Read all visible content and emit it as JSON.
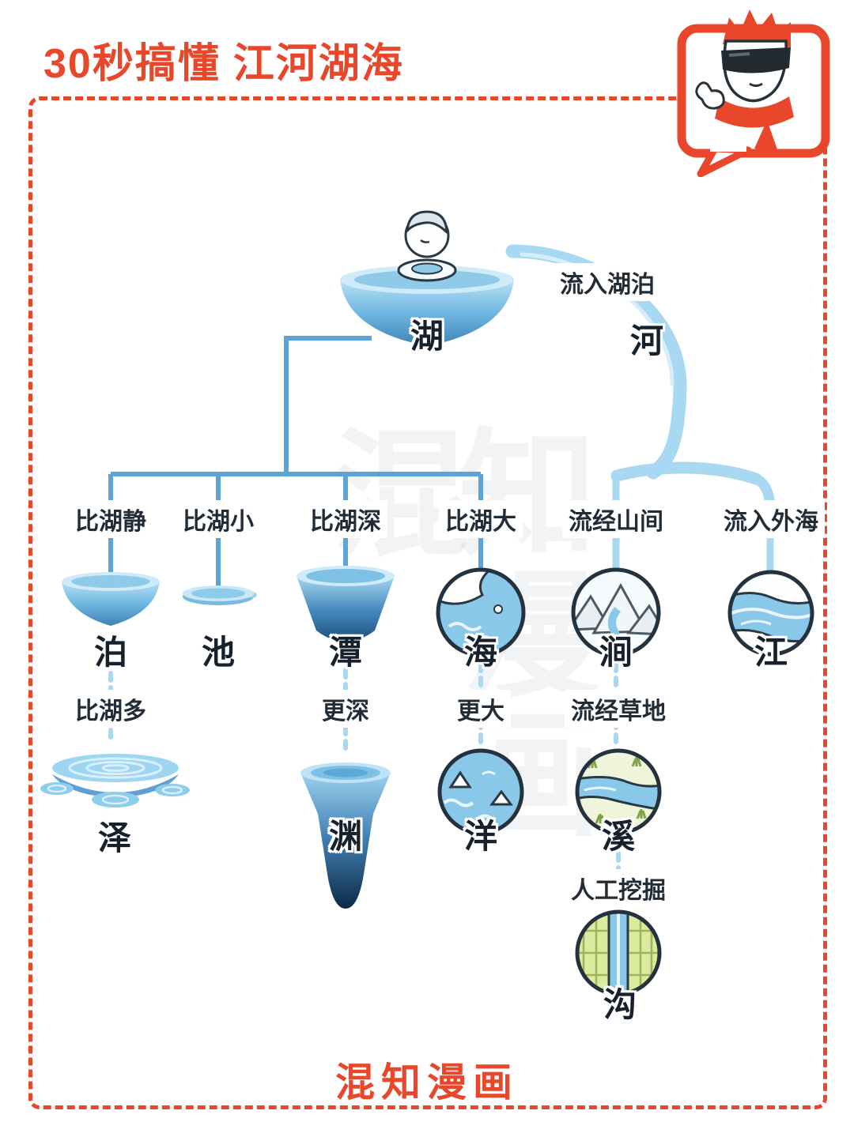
{
  "header": {
    "title_prefix": "30秒搞懂",
    "title_main": "江河湖海"
  },
  "diagram": {
    "root_label": "湖",
    "river_label": "河",
    "river_note": "流入湖泊",
    "level1": [
      {
        "condition": "比湖静",
        "label": "泊"
      },
      {
        "condition": "比湖小",
        "label": "池"
      },
      {
        "condition": "比湖深",
        "label": "潭"
      },
      {
        "condition": "比湖大",
        "label": "海"
      },
      {
        "condition": "流经山间",
        "label": "涧"
      },
      {
        "condition": "流入外海",
        "label": "江"
      }
    ],
    "level2": [
      {
        "parent": "泊",
        "condition": "比湖多",
        "label": "泽"
      },
      {
        "parent": "潭",
        "condition": "更深",
        "label": "渊"
      },
      {
        "parent": "海",
        "condition": "更大",
        "label": "洋"
      },
      {
        "parent": "涧",
        "condition": "流经草地",
        "label": "溪"
      }
    ],
    "level3": [
      {
        "parent": "溪",
        "condition": "人工挖掘",
        "label": "沟"
      }
    ]
  },
  "icons": {
    "mascot": "hunzhi-mascot-icon",
    "lake": "lake-bowl-swimmer-icon",
    "river": "river-stream-icon",
    "bo": "small-bowl-icon",
    "chi": "shallow-dish-icon",
    "tan": "deep-cup-icon",
    "hai": "sea-coast-icon",
    "jian": "mountain-stream-icon",
    "jiang": "wide-river-icon",
    "ze": "marsh-puddles-icon",
    "yuan": "abyss-funnel-icon",
    "yang": "ocean-icon",
    "xi": "grass-creek-icon",
    "gou": "ditch-channel-icon"
  },
  "colors": {
    "brand_red": "#e8472b",
    "water_light": "#a9d9f2",
    "water_mid": "#8ac8ea",
    "water_deep": "#1c4f7d",
    "line_blue": "#5ea3d8",
    "text_dark": "#222c36",
    "grass_green": "#dcea9e"
  },
  "watermark": {
    "text": "混知漫画"
  },
  "footer": {
    "logo": "混知漫画"
  }
}
